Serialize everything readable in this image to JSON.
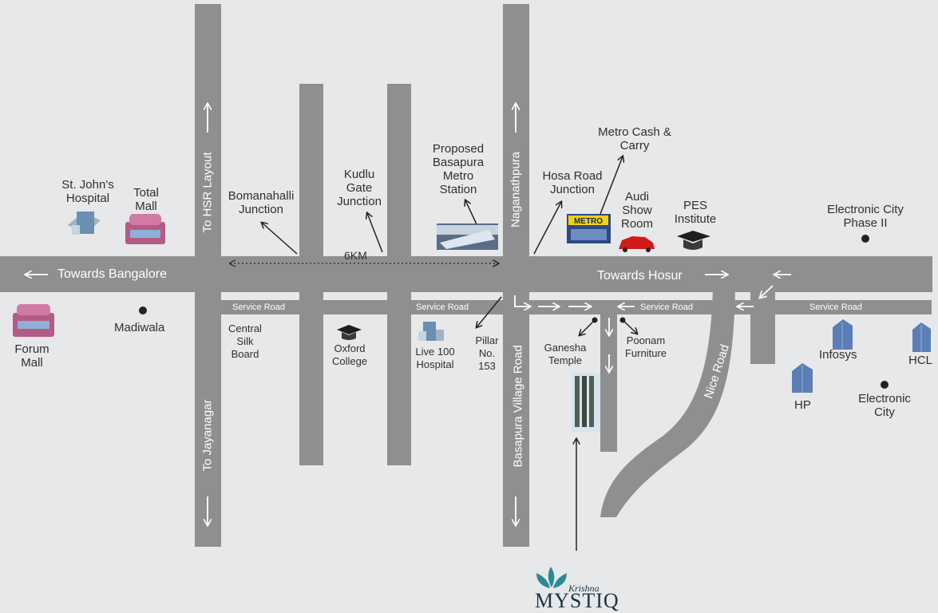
{
  "roads": {
    "main_west": "Towards Bangalore",
    "main_east": "Towards Hosur",
    "north_left": "To HSR Layout",
    "south_left": "To Jayanagar",
    "naganathpura": "Naganathpura",
    "basapura": "Basapura Village Road",
    "nice_road": "Nice Road",
    "service_road": "Service Road",
    "distance": "6KM"
  },
  "places": {
    "st_johns": "St. John's Hospital",
    "total_mall": "Total Mall",
    "forum_mall": "Forum Mall",
    "madiwala": "Madiwala",
    "bomanahalli": "Bomanahalli Junction",
    "kudlu": "Kudlu Gate Junction",
    "metro_station": "Proposed Basapura Metro Station",
    "hosa_road": "Hosa Road Junction",
    "metro_cc": "Metro Cash & Carry",
    "audi": "Audi Show Room",
    "pes": "PES Institute",
    "ecity2": "Electronic City Phase II",
    "silk_board": "Central Silk Board",
    "oxford": "Oxford College",
    "live100": "Live 100 Hospital",
    "pillar": "Pillar No. 153",
    "ganesha": "Ganesha Temple",
    "poonam": "Poonam Furniture",
    "infosys": "Infosys",
    "hcl": "HCL",
    "hp": "HP",
    "ecity": "Electronic City"
  },
  "brand": {
    "prefix": "Krishna",
    "name": "MYSTIQ",
    "metro_sign": "METRO"
  },
  "colors": {
    "background": "#e7e8ea",
    "road": "#8e8f91",
    "text": "#2f2f2f",
    "road_text": "#ffffff",
    "brand": "#2a8a95",
    "brand_text": "#1d3340"
  }
}
